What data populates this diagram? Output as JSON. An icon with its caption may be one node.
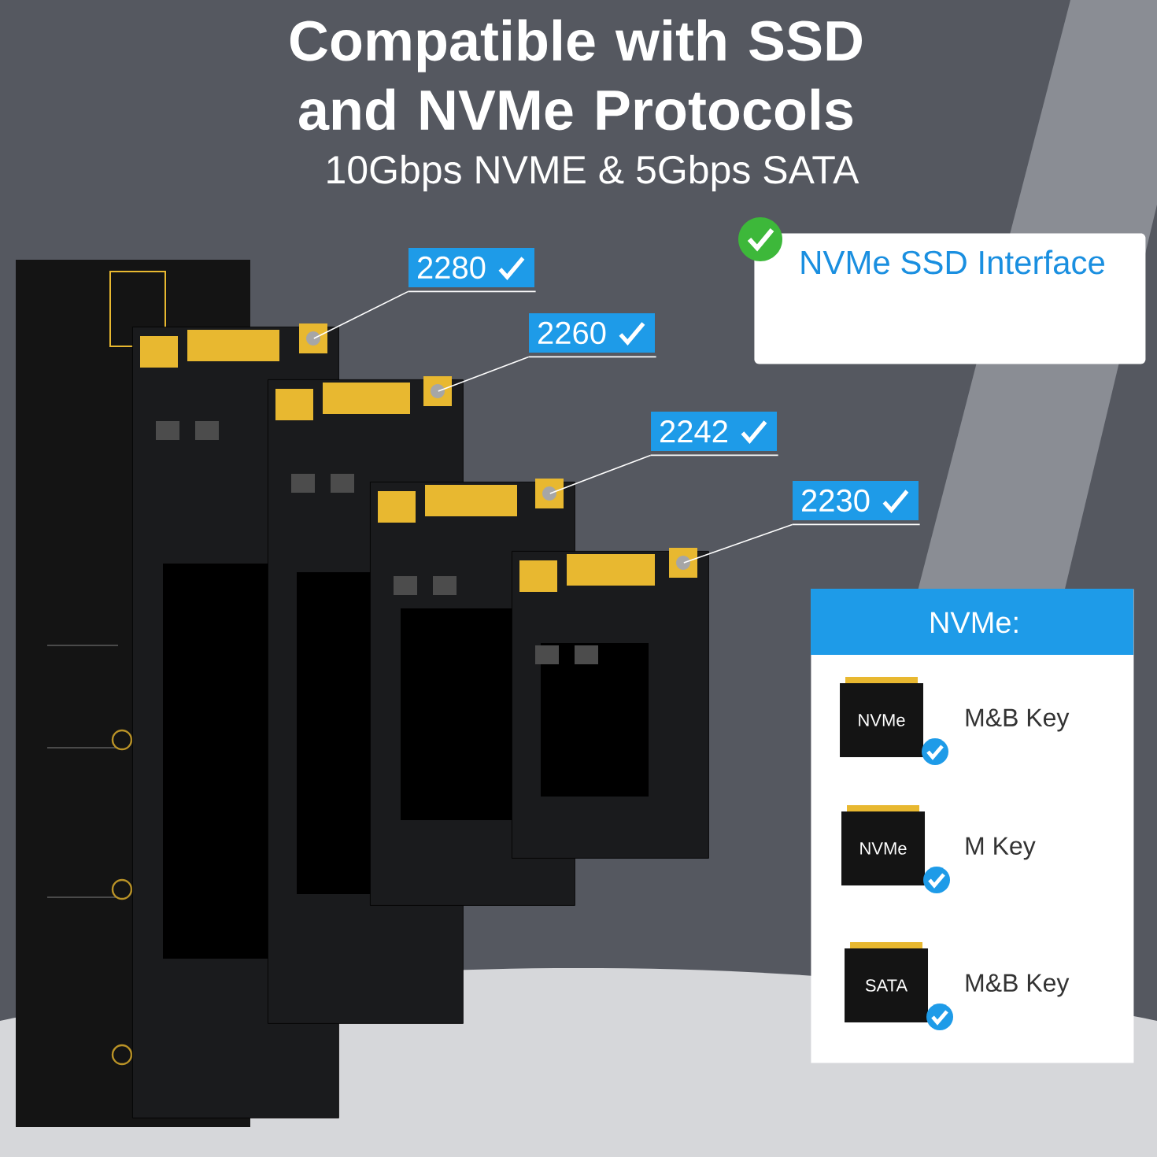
{
  "diagram": {
    "title": "Compatible with SSD and NVMe Protocols",
    "nodes": [
      {
        "text": [
          "2280"
        ]
      },
      {
        "text": [
          "2260"
        ]
      },
      {
        "text": [
          "2242"
        ]
      },
      {
        "text": [
          "2230"
        ]
      },
      {
        "text": [],
        "shape": "picture"
      },
      {
        "text": [],
        "shape": "picture"
      },
      {
        "text": [],
        "shape": "picture"
      },
      {
        "text": [],
        "shape": "picture"
      },
      {
        "text": [
          "NVMe SSD Interface"
        ]
      },
      {
        "text": [
          "NVMe:"
        ]
      },
      {
        "text": [
          "NVMe"
        ],
        "in": 9,
        "beside": [
          "M&B Key"
        ]
      },
      {
        "text": [
          "NVMe"
        ],
        "in": 9,
        "beside": [
          "M Key"
        ]
      },
      {
        "text": [
          "SATA"
        ],
        "in": 9,
        "beside": [
          "M&B Key"
        ]
      }
    ],
    "edges": [
      {
        "from": 0,
        "to": 4,
        "arrow": "none"
      },
      {
        "from": 1,
        "to": 5,
        "arrow": "none"
      },
      {
        "from": 2,
        "to": 6,
        "arrow": "none"
      },
      {
        "from": 3,
        "to": 7,
        "arrow": "none"
      }
    ],
    "labels": [
      "10Gbps NVME & 5Gbps SATA"
    ]
  }
}
